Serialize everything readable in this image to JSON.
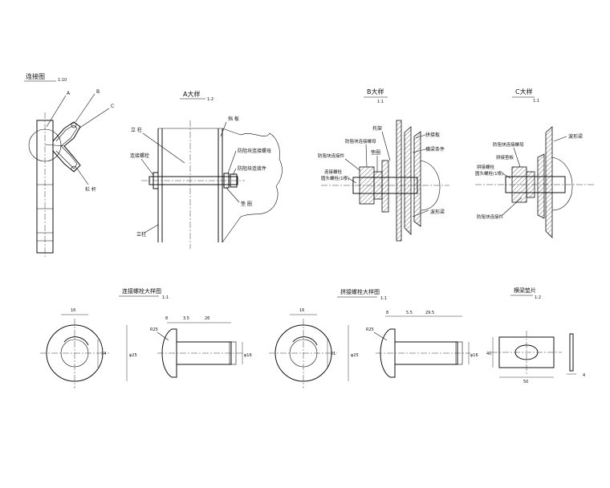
{
  "views": {
    "overview": {
      "title": "连接图",
      "scale": "1:10",
      "callouts": [
        "A",
        "B",
        "C"
      ],
      "label": "栏 杆"
    },
    "detail_a": {
      "title": "A大样",
      "scale": "1:2",
      "labels": [
        "立 柱",
        "连接螺栓",
        "立柱",
        "挡 板",
        "防阻块连接螺母",
        "防阻块连接件",
        "垫 圈"
      ]
    },
    "detail_b": {
      "title": "B大样",
      "scale": "1:1",
      "labels": [
        "托架",
        "防阻块连接螺母",
        "垫圈",
        "防阻块连接件",
        "连接螺栓",
        "圆头螺栓(1根)",
        "拼接板",
        "横梁条件",
        "波形梁"
      ]
    },
    "detail_c": {
      "title": "C大样",
      "scale": "1:1",
      "labels": [
        "防阻块连接螺母",
        "拼接螺栓",
        "圆头螺栓(1根)",
        "拼接垫板",
        "防阻块连接件",
        "波形梁"
      ]
    },
    "bolt_large": {
      "title": "连接螺栓大样图",
      "scale": "1:1",
      "dims": [
        "16",
        "8",
        "3.5",
        "26",
        "R25",
        "34",
        "φ16",
        "φ25"
      ]
    },
    "bolt_splice": {
      "title": "拼接螺栓大样图",
      "scale": "1:1",
      "dims": [
        "16",
        "8",
        "5.5",
        "29.5",
        "R25",
        "21",
        "φ16",
        "φ25"
      ]
    },
    "plate": {
      "title": "横梁垫片",
      "scale": "1:2",
      "dims": [
        "40",
        "50",
        "4"
      ]
    }
  }
}
